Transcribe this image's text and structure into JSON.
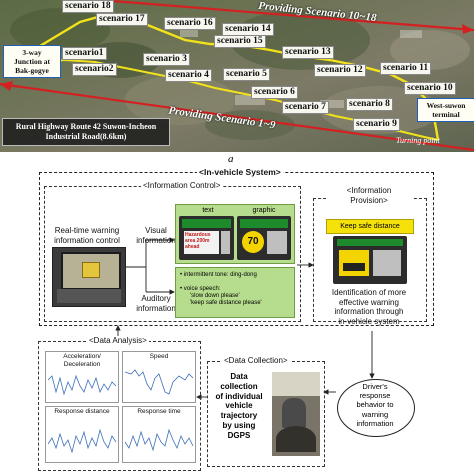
{
  "map": {
    "scenarios": [
      "scenario 18",
      "scenario 17",
      "scenario 16",
      "scenario 14",
      "scenario 15",
      "scenario 13",
      "scenario1",
      "scenario 3",
      "scenario2",
      "scenario 4",
      "scenario 5",
      "scenario 12",
      "scenario 11",
      "scenario 10",
      "scenario 6",
      "scenario 7",
      "scenario 8",
      "scenario 9"
    ],
    "junction_label": "3-way\nJunction at\nBak-gogye",
    "terminal_label": "West-suwon\nterminal",
    "turning_label": "Turning point",
    "route_label": "Rural Highway Route 42 Suwon-Incheon\nIndustrial Road(8.6km)",
    "providing_top": "Providing Scenario 10~18",
    "providing_bottom": "Providing Scenario 1~9"
  },
  "caption": "a",
  "system": {
    "title": "<In-vehicle System>",
    "info_control_title": "<Information Control>",
    "realtime_label": "Real-time warning\ninformation control",
    "visual_label": "Visual\ninformation",
    "auditory_label": "Auditory\ninformation",
    "text_label": "text",
    "graphic_label": "graphic",
    "hazard_text": "Hazardous\narea 200m\nahead",
    "speed_sign": "70",
    "audio_line1": "• intermittent tone: ding-dong",
    "audio_line2": "• voice speech:",
    "audio_line3": "'slow down please'",
    "audio_line4": "'keep safe distance please'",
    "info_provision_title": "<Information\nProvision>",
    "keep_safe": "Keep safe distance",
    "identification": "Identification of more\neffective warning\ninformation through\nin-vehicle system"
  },
  "analysis": {
    "title": "<Data Analysis>",
    "charts": [
      "Acceleration/\nDeceleration",
      "Speed",
      "Response distance",
      "Response time"
    ]
  },
  "collection": {
    "title": "<Data Collection>",
    "text": "Data\ncollection\nof individual\nvehicle\ntrajectory\nby using\nDGPS"
  },
  "driver": {
    "text": "Driver's\nresponse\nbehavior to\nwarning\ninformation"
  },
  "colors": {
    "route_red": "#d42020",
    "route_yellow": "#f2e21a",
    "green_box": "#b6dd8e",
    "blue_border": "#1f5fb5"
  }
}
